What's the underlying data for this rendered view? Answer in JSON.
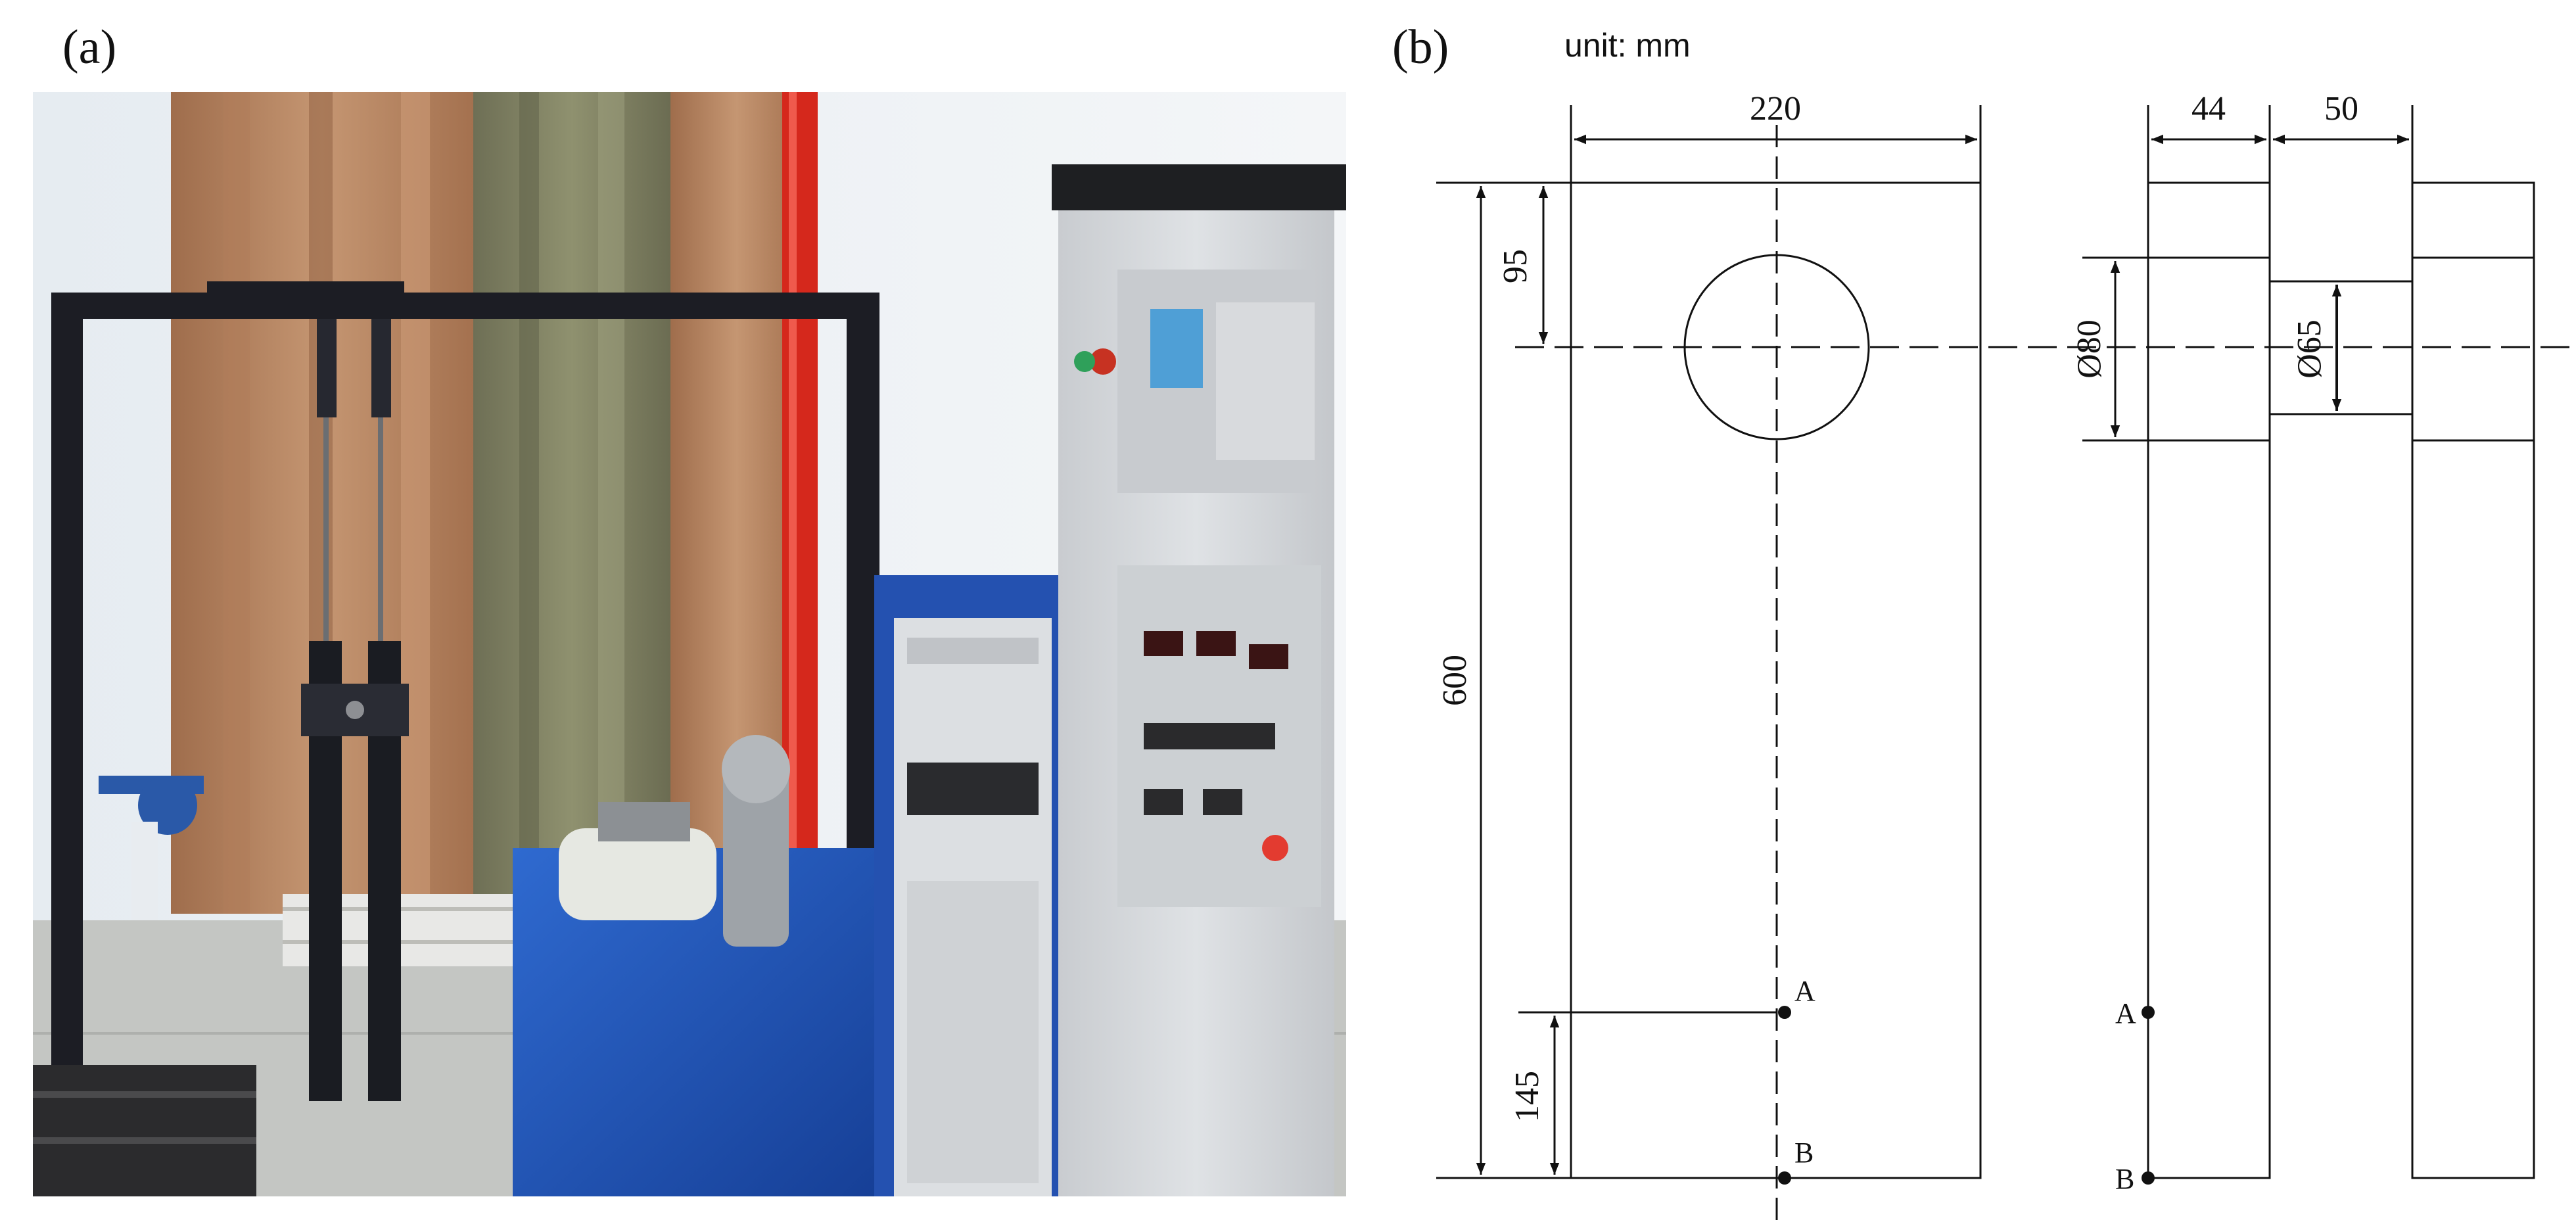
{
  "panel_a": {
    "label": "(a)"
  },
  "panel_b": {
    "label": "(b)",
    "unit_note": "unit: mm",
    "dimensions": {
      "width": "220",
      "thickness": "44",
      "gap": "50",
      "height": "600",
      "hole_center_from_top": "95",
      "point_a_from_bottom": "145",
      "outer_diameter": "Ø80",
      "inner_diameter": "Ø65"
    },
    "points": {
      "a": "A",
      "b": "B",
      "a_side": "A",
      "b_side": "B"
    }
  },
  "colors": {
    "frame": "#1c1d24",
    "machine_blue": "#1f54b8",
    "cabinet_grey": "#d3d6d9",
    "curtain_brown": "#b38463",
    "curtain_green": "#7d8063",
    "red_pipe": "#d5281c",
    "line": "#111111"
  }
}
